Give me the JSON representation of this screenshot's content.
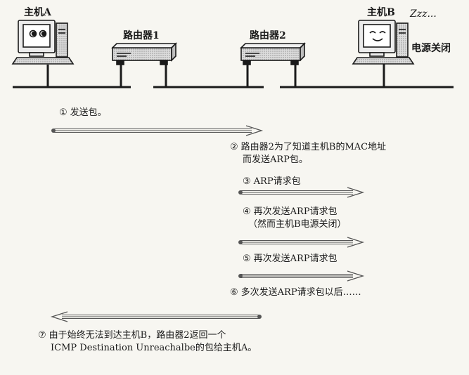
{
  "nodes": {
    "host_a": "主机A",
    "router_1": "路由器1",
    "router_2": "路由器2",
    "host_b": "主机B",
    "sleep_text": "Zzz...",
    "host_b_status": "电源关闭"
  },
  "steps": [
    {
      "num": "①",
      "line1": "发送包。",
      "line2": ""
    },
    {
      "num": "②",
      "line1": "路由器2为了知道主机B的MAC地址",
      "line2": "而发送ARP包。"
    },
    {
      "num": "③",
      "line1": "ARP请求包",
      "line2": ""
    },
    {
      "num": "④",
      "line1": "再次发送ARP请求包",
      "line2": "（然而主机B电源关闭）"
    },
    {
      "num": "⑤",
      "line1": "再次发送ARP请求包",
      "line2": ""
    },
    {
      "num": "⑥",
      "line1": "多次发送ARP请求包以后……",
      "line2": ""
    },
    {
      "num": "⑦",
      "line1": "由于始终无法到达主机B，路由器2返回一个",
      "line2": "ICMP Destination Unreachalbe的包给主机A。"
    }
  ],
  "colors": {
    "ink": "#1a1a1a",
    "arrow": "#555555",
    "screen": "#ffffff",
    "device": "#e9e9e9"
  }
}
